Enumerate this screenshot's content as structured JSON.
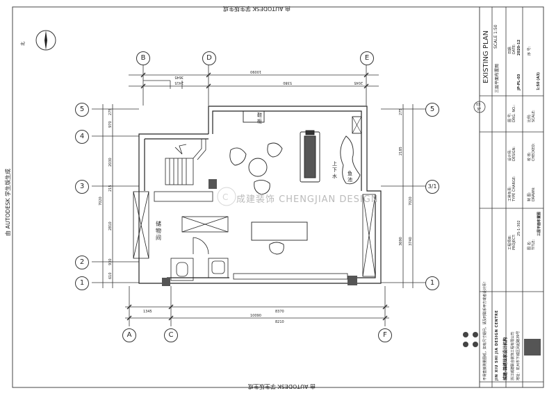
{
  "autodesk_stamp": "由 AUTODESK 学生版生成",
  "north": "北",
  "axis_labels": {
    "top": [
      "B",
      "D",
      "E"
    ],
    "bottom": [
      "A",
      "C",
      "F"
    ],
    "left": [
      "5",
      "4",
      "3",
      "2",
      "1"
    ],
    "right": [
      "5",
      "3/1",
      "1"
    ]
  },
  "dims": {
    "top_total": "10090",
    "top_parts": [
      "2415",
      "5380",
      "2045"
    ],
    "top_sub": "3645",
    "bottom_total": "10090",
    "bottom_parts": [
      "1345",
      "8370"
    ],
    "bottom_sub": "8210",
    "left_total": "7020",
    "left_parts": [
      "275",
      "970",
      "2030",
      "215",
      "2810",
      "930",
      "610"
    ],
    "right_total": "7020",
    "right_parts": [
      "275",
      "2185",
      "3690"
    ],
    "right_sub": "3740"
  },
  "rooms": {
    "storage": "储物间",
    "shoe_cabinet": "鞋柜",
    "up_down": "上下水",
    "fish_tank": "鱼池"
  },
  "watermark": "成建装饰  CHENGJIAN DESIGN",
  "title_block": {
    "drawing_title_en": "EXISTING PLAN",
    "scale_label": "SCALE 1:50",
    "drawing_title_cn": "三层平面布置图",
    "sheet_no": "03",
    "sheet_sub": "3F",
    "date_label": "日期:",
    "date_label_en": "DATE:",
    "date_value": "2020-12",
    "seq_label": "序 号:",
    "drawing_no_label": "图 号:",
    "drawing_no_label_en": "DRG. NO.:",
    "drawing_no_value": "JP-PL-03",
    "ratio_label": "比例:",
    "ratio_label_en": "SCALE:",
    "ratio_value": "1:50 (A3)",
    "designer_label": "设计师:",
    "designer_label_en": "DESIGN:",
    "leader_label": "工种负责:",
    "leader_label_en": "TYPE CHARGE:",
    "checker_label": "校 核:",
    "checker_label_en": "CHECKED:",
    "drafter_label": "制 图:",
    "drafter_label_en": "DRAWN:",
    "project_label": "工程项目:",
    "project_label_en": "PROJECT:",
    "project_value": "25-1-302",
    "title_label": "图 名:",
    "title_label_en": "TITLE:",
    "title_value": "三层平面布置图",
    "company_en": "JIN XIU SHI JIA DESIGN CENTRE",
    "company_cn": "城建·锦绣世家设计机构",
    "company_full": "浙江城建联合装饰工程有限公司",
    "address": "地址：杭州市下城区凤起路39号",
    "notice": "不得直接测量图纸，如有尺寸疑问，请及时联系甲方或者设计师！"
  }
}
